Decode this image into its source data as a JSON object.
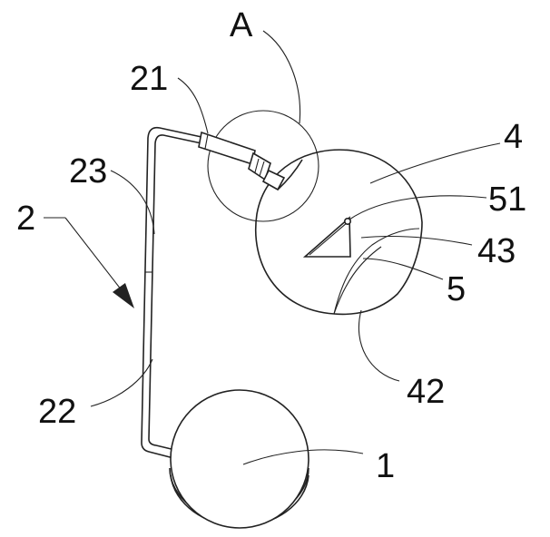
{
  "diagram": {
    "colors": {
      "stroke": "#222222",
      "background": "#ffffff"
    },
    "labels": {
      "detail_A": "A",
      "part_21": "21",
      "part_4": "4",
      "part_51": "51",
      "part_2": "2",
      "part_23": "23",
      "part_43": "43",
      "part_5": "5",
      "part_42": "42",
      "part_22": "22",
      "part_1": "1"
    }
  }
}
